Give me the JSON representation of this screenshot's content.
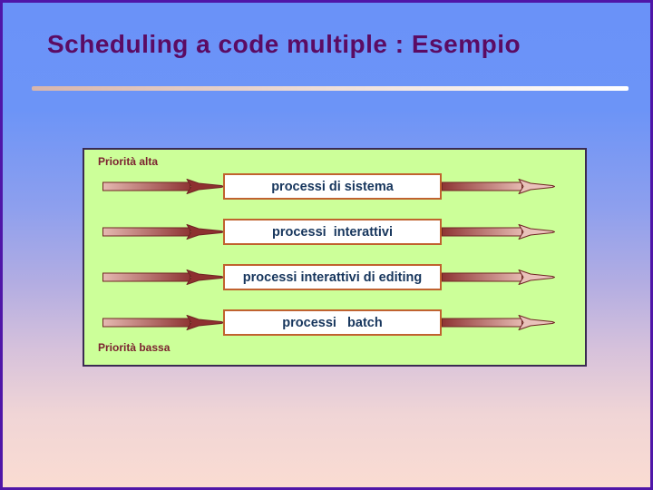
{
  "slide": {
    "title": "Scheduling a code multiple : Esempio"
  },
  "diagram": {
    "priority_high_label": "Priorità alta",
    "priority_low_label": "Priorità bassa",
    "queues": [
      {
        "label": "processi di sistema"
      },
      {
        "label": "processi  interattivi"
      },
      {
        "label": "processi interattivi di editing"
      },
      {
        "label": "processi   batch"
      }
    ]
  },
  "icons": {
    "arrow_in": "right-arrow-icon",
    "arrow_out": "right-arrow-icon"
  },
  "colors": {
    "slide_border": "#4F16A8",
    "background_top": "#6A92F8",
    "background_bottom": "#FADCD2",
    "title_text": "#5B0B63",
    "divider_left": "#D7B5AD",
    "divider_right": "#FFFFFF",
    "panel_fill": "#CCFF99",
    "panel_border": "#3A2B52",
    "queue_box_fill": "#FFFFFF",
    "queue_box_border": "#C0622F",
    "queue_text": "#17365D",
    "priority_label_text": "#7B2230",
    "arrow_dark": "#8E3434",
    "arrow_light": "#E5B9B1",
    "arrow_outline": "#702424"
  }
}
